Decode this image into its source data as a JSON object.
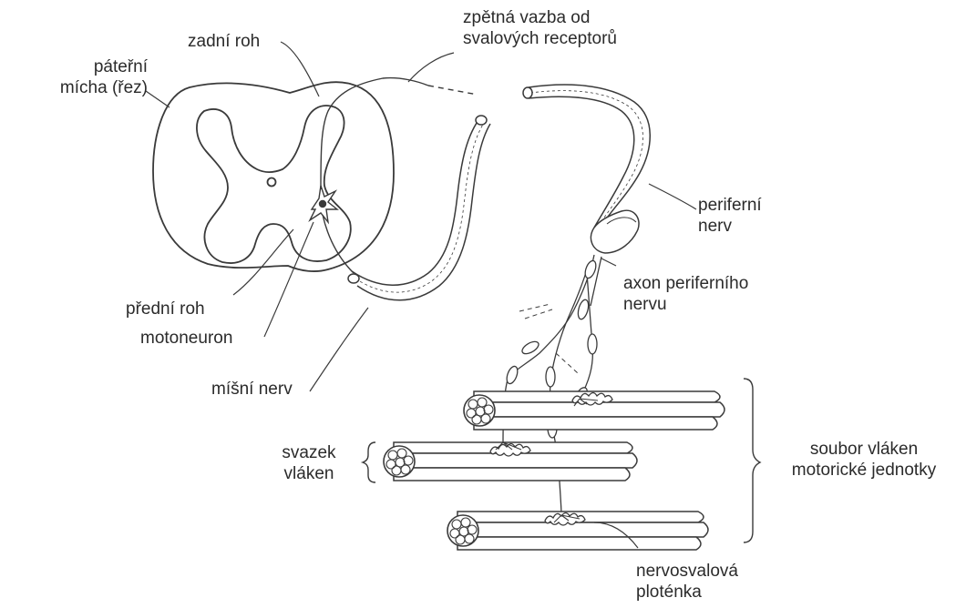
{
  "labels": {
    "spinal_cord": [
      "páteřní",
      "mícha (řez)"
    ],
    "dorsal_horn": "zadní roh",
    "feedback": [
      "zpětná vazba od",
      "svalových receptorů"
    ],
    "peripheral_nerve": [
      "periferní",
      "nerv"
    ],
    "axon": [
      "axon periferního",
      "nervu"
    ],
    "ventral_horn": "přední roh",
    "motoneuron": "motoneuron",
    "spinal_nerve": "míšní nerv",
    "fiber_bundle": [
      "svazek",
      "vláken"
    ],
    "motor_unit": [
      "soubor vláken",
      "motorické jednotky"
    ],
    "endplate": [
      "nervosvalová",
      "ploténka"
    ]
  },
  "colors": {
    "ink": "#3a3a3a",
    "text": "#2b2b2b",
    "background": "#ffffff"
  }
}
